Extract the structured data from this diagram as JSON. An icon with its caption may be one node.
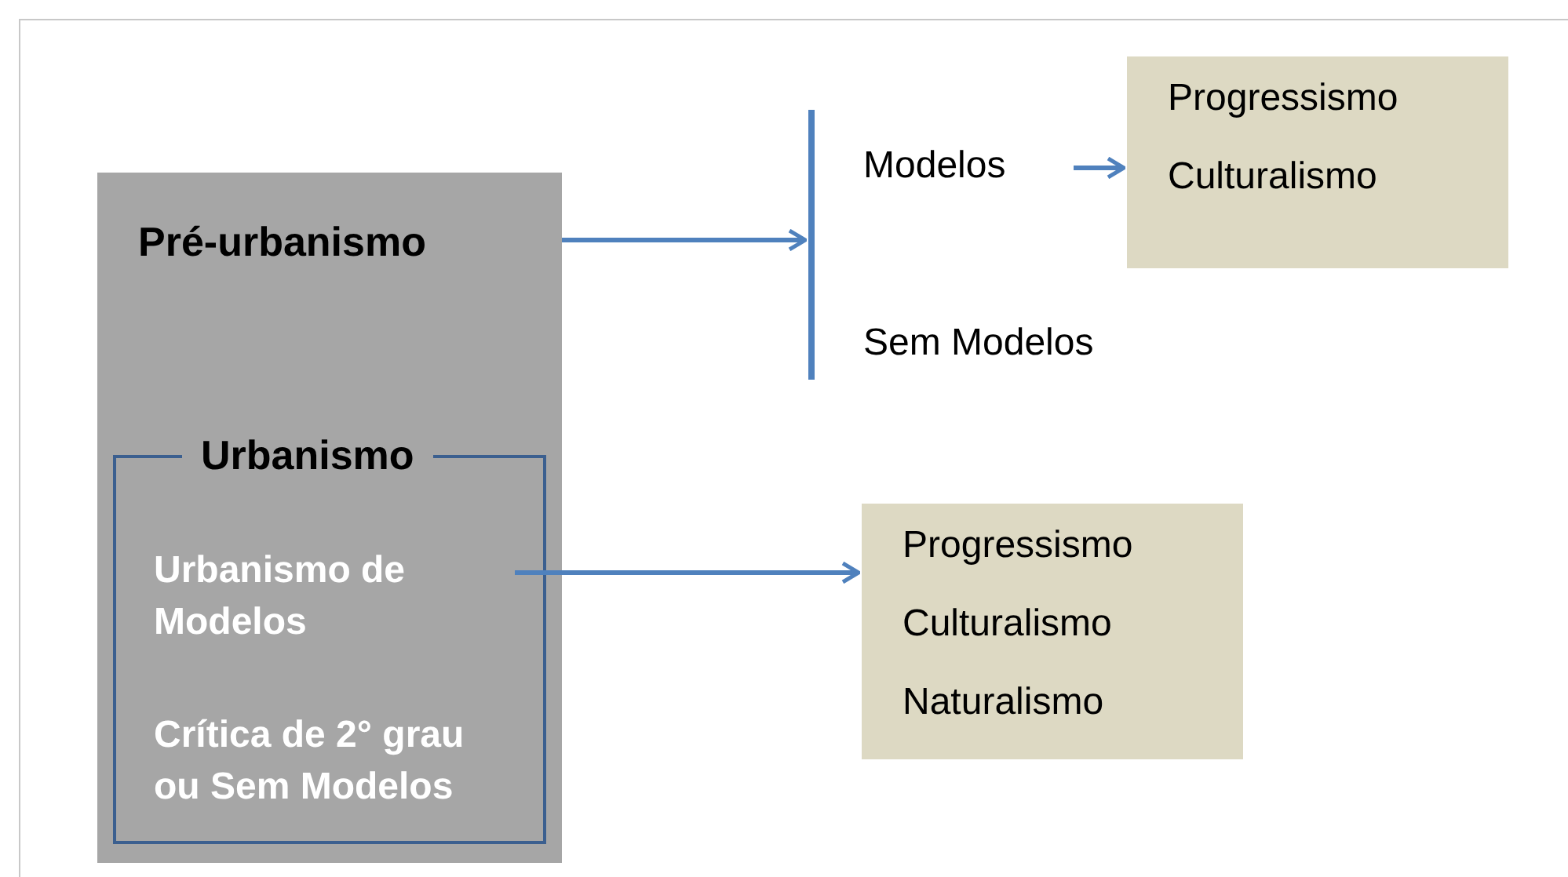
{
  "diagram": {
    "nodes": [
      {
        "text": [
          "Pré-urbanismo"
        ]
      },
      {
        "text": [
          "Urbanismo"
        ],
        "in": 0
      },
      {
        "text": [
          "Urbanismo de Modelos"
        ],
        "in": 1
      },
      {
        "text": [
          "Crítica de 2° grau ou  Sem Modelos"
        ],
        "in": 1
      },
      {
        "text": [],
        "shape": "bar"
      },
      {
        "text": [
          "Modelos"
        ]
      },
      {
        "text": [
          "Sem Modelos"
        ]
      },
      {
        "text": [
          "Progressismo",
          "Culturalismo"
        ]
      },
      {
        "text": [
          "Progressismo",
          "Culturalismo",
          "Naturalismo"
        ]
      }
    ],
    "edges": [
      {
        "from": 0,
        "to": 4,
        "arrow": "to"
      },
      {
        "from": 5,
        "to": 7,
        "arrow": "to"
      },
      {
        "from": 2,
        "to": 8,
        "arrow": "to"
      }
    ]
  }
}
